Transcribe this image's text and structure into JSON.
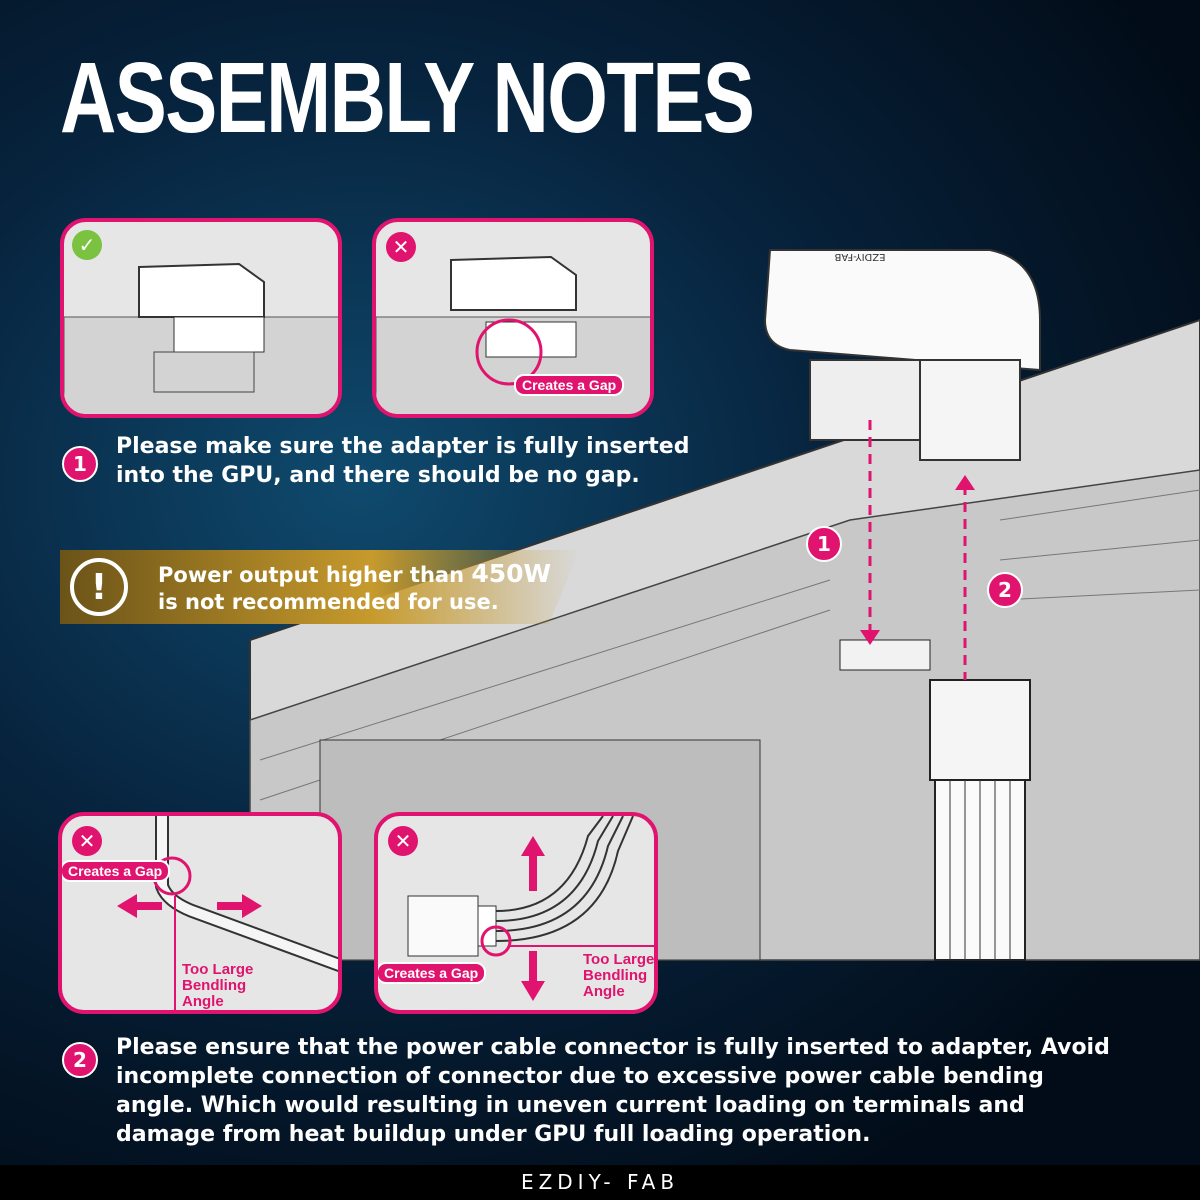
{
  "title": "ASSEMBLY NOTES",
  "panels": {
    "correct_badge": "✓",
    "wrong_badge": "✕",
    "gap_label": "Creates a Gap",
    "angle_label": "Too Large Bendling Angle"
  },
  "step1": {
    "number": "1",
    "text": "Please make sure the adapter is fully inserted into the GPU, and there should be no gap."
  },
  "warning": {
    "icon": "!",
    "text_before": "Power output higher than ",
    "value": "450W",
    "text_after": "is not recommended for use."
  },
  "diagram": {
    "arrow1": "1",
    "arrow2": "2",
    "adapter_brand": "EZDIY-FAB"
  },
  "step2": {
    "number": "2",
    "text": "Please ensure that the power cable connector is fully inserted to adapter, Avoid incomplete connection of connector due to excessive power cable bending angle. Which would resulting in uneven current loading on terminals and damage from heat buildup under GPU full loading operation."
  },
  "footer": "EZDIY- FAB",
  "colors": {
    "accent": "#e0146e",
    "ok": "#7ac23f",
    "gold": "#c79a2c"
  }
}
